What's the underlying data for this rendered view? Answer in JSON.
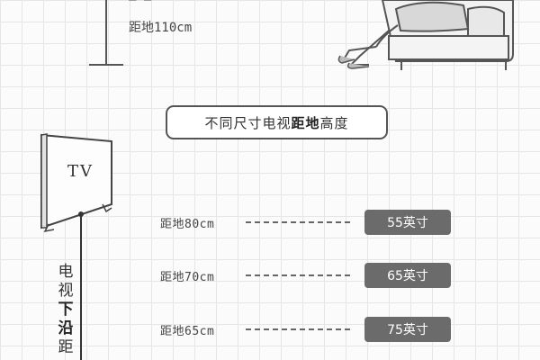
{
  "top": {
    "partial_label": "—·—",
    "distance_label": "距地110cm"
  },
  "title": {
    "part1": "不同尺寸电视 ",
    "part2": "距地",
    "part3": "高度"
  },
  "tv": {
    "label": "TV",
    "vertical_label": [
      "电",
      "视",
      "下",
      "沿",
      "距"
    ]
  },
  "rows": [
    {
      "distance": "距地80cm",
      "size": "55英寸"
    },
    {
      "distance": "距地70cm",
      "size": "65英寸"
    },
    {
      "distance": "距地65cm",
      "size": "75英寸"
    }
  ]
}
